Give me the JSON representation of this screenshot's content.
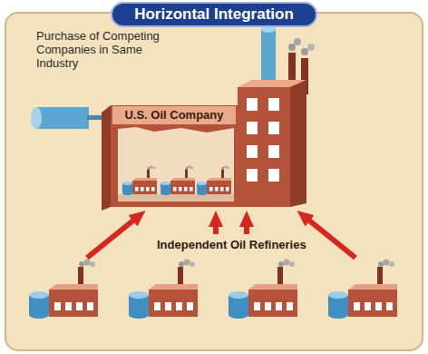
{
  "diagram": {
    "title": "Horizontal Integration",
    "nodes": [
      {
        "text": [
          "U.S. Oil Company"
        ]
      }
    ],
    "labels": [
      "Purchase of Competing Companies in Same Industry",
      "Independent Oil Refineries"
    ]
  }
}
